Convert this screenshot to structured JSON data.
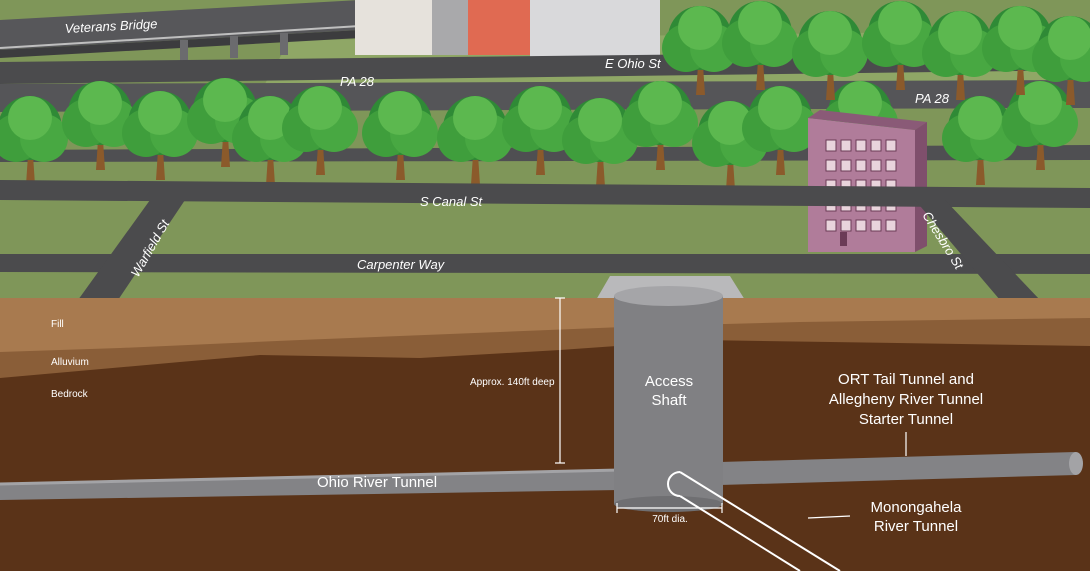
{
  "streets": {
    "veterans_bridge": "Veterans Bridge",
    "e_ohio_st": "E Ohio St",
    "pa28_left": "PA 28",
    "pa28_right": "PA 28",
    "s_canal_st": "S Canal St",
    "warfield_st": "Warfield St",
    "carpenter_way": "Carpenter Way",
    "chesbro_st": "Chesbro St"
  },
  "layers": {
    "fill": "Fill",
    "alluvium": "Alluvium",
    "bedrock": "Bedrock"
  },
  "labels": {
    "depth": "Approx. 140ft deep",
    "shaft_line1": "Access",
    "shaft_line2": "Shaft",
    "diameter": "70ft dia.",
    "ohio_tunnel": "Ohio River Tunnel",
    "ort_line1": "ORT Tail Tunnel and",
    "ort_line2": "Allegheny River Tunnel",
    "ort_line3": "Starter Tunnel",
    "mon_line1": "Monongahela",
    "mon_line2": "River Tunnel"
  },
  "colors": {
    "grass": "#7f9659",
    "road": "#4b4b4d",
    "fill_soil": "#a87a4f",
    "alluvium_soil": "#8a5e38",
    "bedrock_soil": "#5a3318",
    "tree_green": "#3f9e3c",
    "shaft_gray": "#808083",
    "building_pink": "#b07c9a"
  }
}
